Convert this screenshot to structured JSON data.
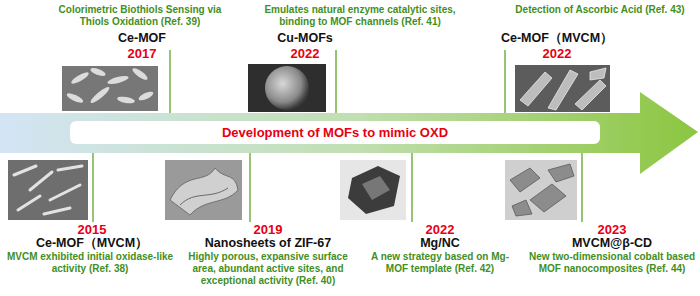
{
  "diagram": {
    "nodes": [
      {
        "text": [
          "Development of MOFs to mimic OXD"
        ]
      }
    ],
    "labels": [
      "Colorimetric Biothiols Sensing via Thiols Oxidation (Ref. 39)",
      "Ce-MOF",
      "2017",
      "Emulates natural enzyme catalytic sites, binding to MOF channels (Ref. 41)",
      "Cu-MOFs",
      "2022",
      "Detection of Ascorbic Acid (Ref. 43)",
      "Ce-MOF（MVCM）",
      "2022",
      "2015",
      "Ce-MOF（MVCM）",
      "MVCM exhibited initial oxidase-like activity (Ref. 38)",
      "2019",
      "Nanosheets of ZIF-67",
      "Highly porous, expansive surface area, abundant active sites, and exceptional activity (Ref. 40)",
      "2022",
      "Mg/NC",
      "A new strategy based on Mg-MOF template (Ref. 42)",
      "2023",
      "MVCM@β-CD",
      "New two-dimensional cobalt based MOF nanocomposites (Ref. 44)"
    ]
  }
}
